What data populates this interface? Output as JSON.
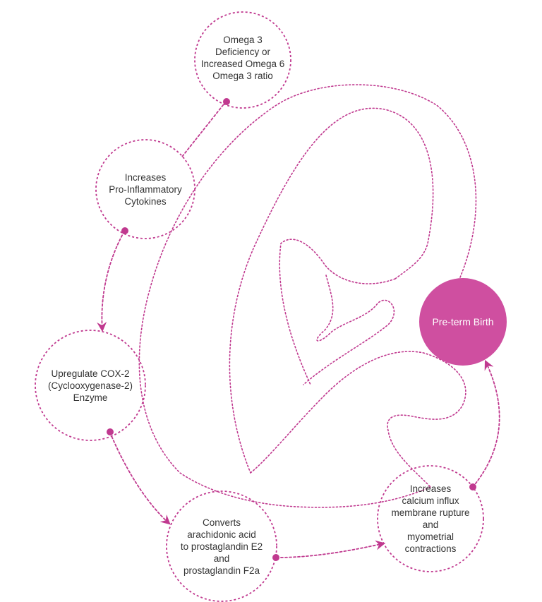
{
  "colors": {
    "accent": "#c0398f",
    "filled": "#cf4fa0",
    "text": "#333333",
    "filled_text": "#ffffff",
    "background": "#ffffff"
  },
  "nodes": {
    "omega": {
      "label": "Omega 3\nDeficiency or\nIncreased Omega 6\nOmega 3 ratio"
    },
    "cytokines": {
      "label": "Increases\nPro-Inflammatory\nCytokines"
    },
    "cox2": {
      "label": "Upregulate COX-2\n(Cyclooxygenase-2)\nEnzyme"
    },
    "prostaglandin": {
      "label": "Converts\narachidonic acid\nto prostaglandin E2\nand\nprostaglandin F2a"
    },
    "calcium": {
      "label": "Increases\ncalcium influx\nmembrane rupture\nand\nmyometrial\ncontractions"
    },
    "preterm": {
      "label": "Pre-term Birth"
    }
  },
  "edges": [
    {
      "from": "omega",
      "to": "cytokines"
    },
    {
      "from": "cytokines",
      "to": "cox2"
    },
    {
      "from": "cox2",
      "to": "prostaglandin"
    },
    {
      "from": "prostaglandin",
      "to": "calcium"
    },
    {
      "from": "calcium",
      "to": "preterm"
    }
  ]
}
